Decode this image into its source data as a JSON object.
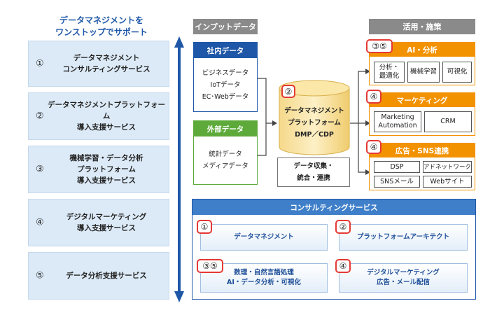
{
  "left": {
    "title": "データマネジメントを\nワンストップでサポート",
    "services": [
      {
        "num": "①",
        "text": "データマネジメント\nコンサルティングサービス"
      },
      {
        "num": "②",
        "text": "データマネジメントプラットフォーム\n導入支援サービス"
      },
      {
        "num": "③",
        "text": "機械学習・データ分析\nプラットフォーム\n導入支援サービス"
      },
      {
        "num": "④",
        "text": "デジタルマーケティング\n導入支援サービス"
      },
      {
        "num": "⑤",
        "text": "データ分析支援サービス"
      }
    ]
  },
  "input": {
    "header": "インプットデータ",
    "internal": {
      "title": "社内データ",
      "items": "ビジネスデータ\nIoTデータ\nEC･Webデータ"
    },
    "external": {
      "title": "外部データ",
      "items": "統計データ\nメディアデータ"
    }
  },
  "platform": {
    "badge": "②",
    "text": "データマネジメント\nプラットフォーム\nDMP／CDP",
    "collect": "データ収集・\n統合・連携"
  },
  "usage": {
    "header": "活用・施策",
    "ai": {
      "badge": "③⑤",
      "title": "AI・分析",
      "cells": [
        "分析・\n最適化",
        "機械学習",
        "可視化"
      ]
    },
    "marketing": {
      "badge": "④",
      "title": "マーケティング",
      "cells": [
        "Marketing\nAutomation",
        "CRM"
      ]
    },
    "ads": {
      "badge": "④",
      "title": "広告・SNS連携",
      "cells": [
        "DSP",
        "アドネットワーク",
        "SNSメール",
        "Webサイト"
      ]
    }
  },
  "consulting": {
    "header": "コンサルティングサービス",
    "items": [
      {
        "badge": "①",
        "text": "データマネジメント"
      },
      {
        "badge": "②",
        "text": "プラットフォームアーキテクト"
      },
      {
        "badge": "③⑤",
        "text": "数理・自然言語処理\nAI・データ分析・可視化"
      },
      {
        "badge": "④",
        "text": "デジタルマーケティング\n広告・メール配信"
      }
    ]
  },
  "colors": {
    "blue": "#1f57a8",
    "green": "#5daa3a",
    "orange": "#f39200",
    "badge_red": "#e53935"
  }
}
